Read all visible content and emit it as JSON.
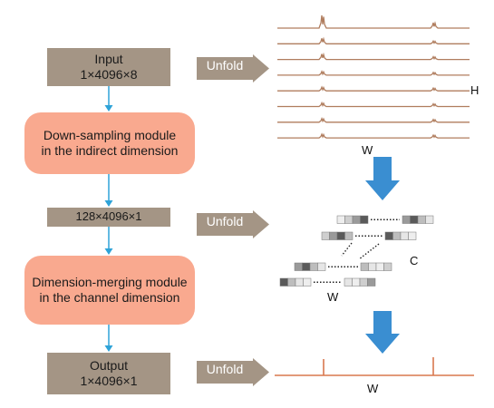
{
  "flow": {
    "input": {
      "line1": "Input",
      "line2": "1×4096×8"
    },
    "downsampling": {
      "line1": "Down-sampling module",
      "line2": "in the indirect dimension"
    },
    "intermediate": {
      "text": "128×4096×1"
    },
    "merging": {
      "line1": "Dimension-merging module",
      "line2": "in the channel dimension"
    },
    "output": {
      "line1": "Output",
      "line2": "1×4096×1"
    }
  },
  "unfold_labels": [
    "Unfold",
    "Unfold",
    "Unfold"
  ],
  "side_labels": {
    "h": "H",
    "w_top": "W",
    "c": "C",
    "w_mid": "W",
    "w_bottom": "W"
  },
  "colors": {
    "brown": "#a49585",
    "salmon": "#f9a98f",
    "arrow_blue": "#3a8ed1",
    "small_arrow": "#2ea3d8",
    "spectrum_line": "#b07d5e",
    "output_line": "#d9784e"
  }
}
